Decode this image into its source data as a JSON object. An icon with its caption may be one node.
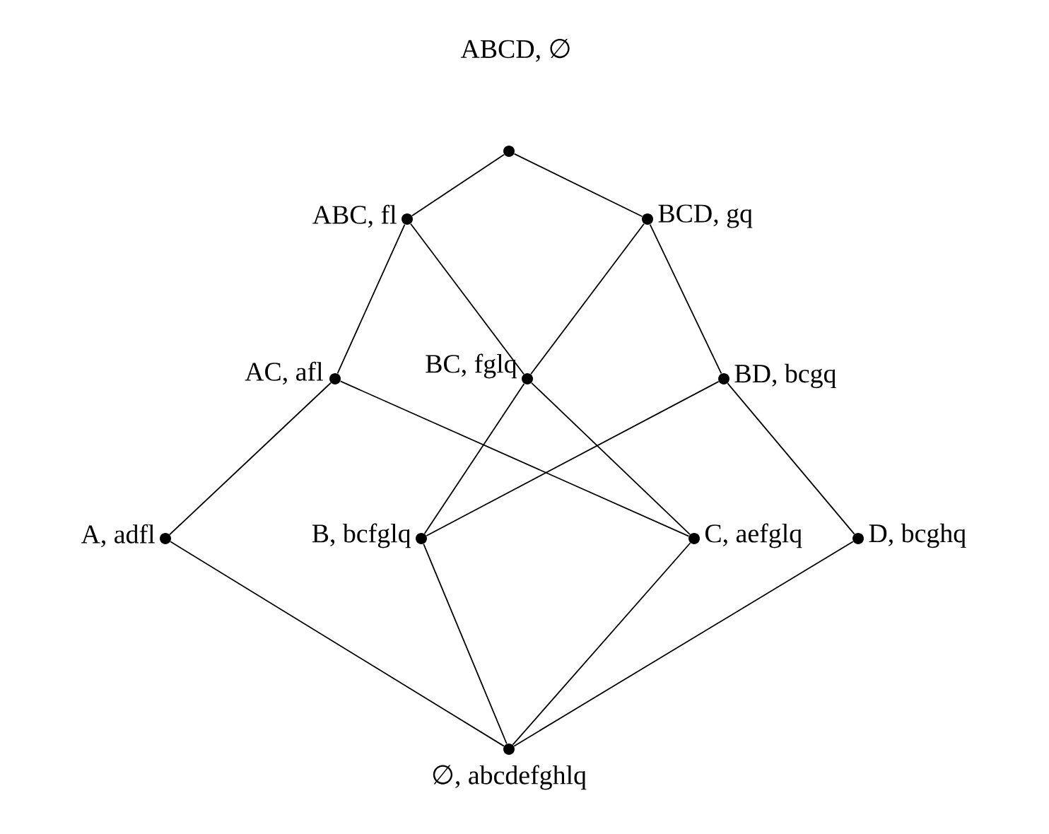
{
  "diagram": {
    "nodes": [
      {
        "text": [],
        "shape": "circle",
        "beside": [
          "ABCD, ∅"
        ]
      },
      {
        "text": [],
        "shape": "circle",
        "beside": [
          "ABC, fl"
        ]
      },
      {
        "text": [],
        "shape": "circle",
        "beside": [
          "BCD, gq"
        ]
      },
      {
        "text": [],
        "shape": "circle",
        "beside": [
          "AC, afl"
        ]
      },
      {
        "text": [],
        "shape": "circle",
        "beside": [
          "BC, fglq"
        ]
      },
      {
        "text": [],
        "shape": "circle",
        "beside": [
          "BD, bcgq"
        ]
      },
      {
        "text": [],
        "shape": "circle",
        "beside": [
          "A, adfl"
        ]
      },
      {
        "text": [],
        "shape": "circle",
        "beside": [
          "B, bcfglq"
        ]
      },
      {
        "text": [],
        "shape": "circle",
        "beside": [
          "C, aefglq"
        ]
      },
      {
        "text": [],
        "shape": "circle",
        "beside": [
          "D, bcghq"
        ]
      },
      {
        "text": [],
        "shape": "circle",
        "beside": [
          "∅, abcdefghlq"
        ]
      }
    ],
    "edges": [
      {
        "from": 0,
        "to": 1,
        "arrow": "none"
      },
      {
        "from": 0,
        "to": 2,
        "arrow": "none"
      },
      {
        "from": 1,
        "to": 3,
        "arrow": "none"
      },
      {
        "from": 1,
        "to": 4,
        "arrow": "none"
      },
      {
        "from": 2,
        "to": 4,
        "arrow": "none"
      },
      {
        "from": 2,
        "to": 5,
        "arrow": "none"
      },
      {
        "from": 3,
        "to": 6,
        "arrow": "none"
      },
      {
        "from": 3,
        "to": 8,
        "arrow": "none"
      },
      {
        "from": 4,
        "to": 7,
        "arrow": "none"
      },
      {
        "from": 4,
        "to": 8,
        "arrow": "none"
      },
      {
        "from": 5,
        "to": 7,
        "arrow": "none"
      },
      {
        "from": 5,
        "to": 9,
        "arrow": "none"
      },
      {
        "from": 6,
        "to": 10,
        "arrow": "none"
      },
      {
        "from": 7,
        "to": 10,
        "arrow": "none"
      },
      {
        "from": 8,
        "to": 10,
        "arrow": "none"
      },
      {
        "from": 9,
        "to": 10,
        "arrow": "none"
      }
    ]
  }
}
